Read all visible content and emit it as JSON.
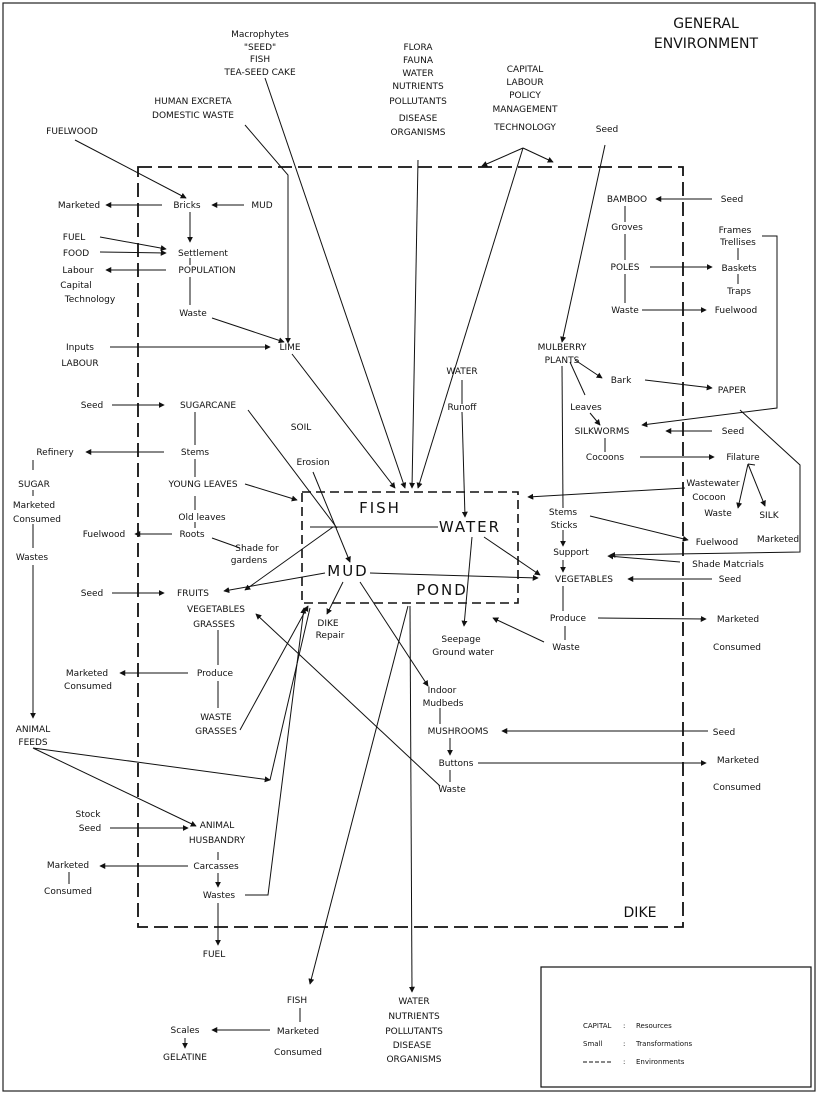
{
  "title": [
    "GENERAL",
    "ENVIRONMENT"
  ],
  "pond_labels": {
    "fish": "FISH",
    "water": "WATER",
    "mud": "MUD",
    "pond": "POND"
  },
  "dike_label": "DIKE",
  "top_inputs": {
    "macrophytes": [
      "Macrophytes",
      "\"SEED\"",
      "FISH",
      "TEA-SEED CAKE"
    ],
    "flora": [
      "FLORA",
      "FAUNA",
      "WATER",
      "NUTRIENTS",
      "POLLUTANTS",
      "DISEASE",
      "ORGANISMS"
    ],
    "capital": [
      "CAPITAL",
      "LABOUR",
      "POLICY",
      "MANAGEMENT",
      "TECHNOLOGY"
    ],
    "human": [
      "HUMAN EXCRETA",
      "DOMESTIC WASTE"
    ],
    "fuelwood": "FUELWOOD",
    "seed": "Seed"
  },
  "left_nodes": {
    "marketed": "Marketed",
    "bricks": "Bricks",
    "mud": "MUD",
    "fuel": "FUEL",
    "food": "FOOD",
    "settlement": "Settlement",
    "labour": "Labour",
    "population": "POPULATION",
    "capital": "Capital",
    "technology": "Technology",
    "waste": "Waste",
    "inputs": "Inputs",
    "labour_caps": "LABOUR",
    "lime": "LIME",
    "seed1": "Seed",
    "sugarcane": "SUGARCANE",
    "soil": "SOIL",
    "refinery": "Refinery",
    "stems": "Stems",
    "erosion": "Erosion",
    "sugar": "SUGAR",
    "marketed2": "Marketed",
    "consumed2": "Consumed",
    "young_leaves": "YOUNG LEAVES",
    "old_leaves": "Old leaves",
    "fuelwood": "Fuelwood",
    "roots": "Roots",
    "shade": [
      "Shade for",
      "gardens"
    ],
    "wastes": "Wastes",
    "seed2": "Seed",
    "fruits": "FRUITS",
    "vegetables": "VEGETABLES",
    "grasses": "GRASSES",
    "dike_repair": [
      "DIKE",
      "Repair"
    ],
    "marketed3": "Marketed",
    "consumed3": "Consumed",
    "produce": "Produce",
    "animal_feeds": [
      "ANIMAL",
      "FEEDS"
    ],
    "waste_grasses": [
      "WASTE",
      "GRASSES"
    ],
    "stock_seed": [
      "Stock",
      "Seed"
    ],
    "animal_husbandry": [
      "ANIMAL",
      "HUSBANDRY"
    ],
    "marketed4": "Marketed",
    "consumed4": "Consumed",
    "carcasses": "Carcasses",
    "wastes2": "Wastes",
    "fuel2": "FUEL"
  },
  "center_nodes": {
    "water": "WATER",
    "runoff": "Runoff",
    "seepage": [
      "Seepage",
      "Ground water"
    ],
    "indoor_mudbeds": [
      "Indoor",
      "Mudbeds"
    ],
    "mushrooms": "MUSHROOMS",
    "buttons": "Buttons",
    "waste": "Waste"
  },
  "right_nodes": {
    "bamboo": "BAMBOO",
    "seed1": "Seed",
    "groves": "Groves",
    "frames": [
      "Frames",
      "Trellises"
    ],
    "poles": "POLES",
    "baskets": "Baskets",
    "traps": "Traps",
    "waste": "Waste",
    "fuelwood": "Fuelwood",
    "mulberry": [
      "MULBERRY",
      "PLANTS"
    ],
    "bark": "Bark",
    "paper": "PAPER",
    "leaves": "Leaves",
    "silkworms": "SILKWORMS",
    "seed2": "Seed",
    "cocoons": "Cocoons",
    "filature": "Filature",
    "wastewater": [
      "Wastewater",
      "Cocoon"
    ],
    "waste2": "Waste",
    "silk": "SILK",
    "marketed": "Marketed",
    "stems_sticks": [
      "Stems",
      "Sticks"
    ],
    "fuelwood2": "Fuelwood",
    "support": "Support",
    "shade_materials": "Shade Matcrials",
    "vegetables": "VEGETABLES",
    "seed3": "Seed",
    "produce": "Produce",
    "marketed2": "Marketed",
    "consumed2": "Consumed",
    "waste3": "Waste",
    "seed4": "Seed",
    "marketed3": "Marketed",
    "consumed3": "Consumed"
  },
  "bottom_nodes": {
    "fish": "FISH",
    "marketed": "Marketed",
    "consumed": "Consumed",
    "scales": "Scales",
    "gelatine": "GELATINE",
    "outputs": [
      "WATER",
      "NUTRIENTS",
      "POLLUTANTS",
      "DISEASE",
      "ORGANISMS"
    ]
  },
  "legend": [
    {
      "key": "CAPITAL",
      "sep": ":",
      "value": "Resources"
    },
    {
      "key": "Small",
      "sep": ":",
      "value": "Transformations"
    },
    {
      "sep": ":",
      "value": "Environments"
    }
  ]
}
